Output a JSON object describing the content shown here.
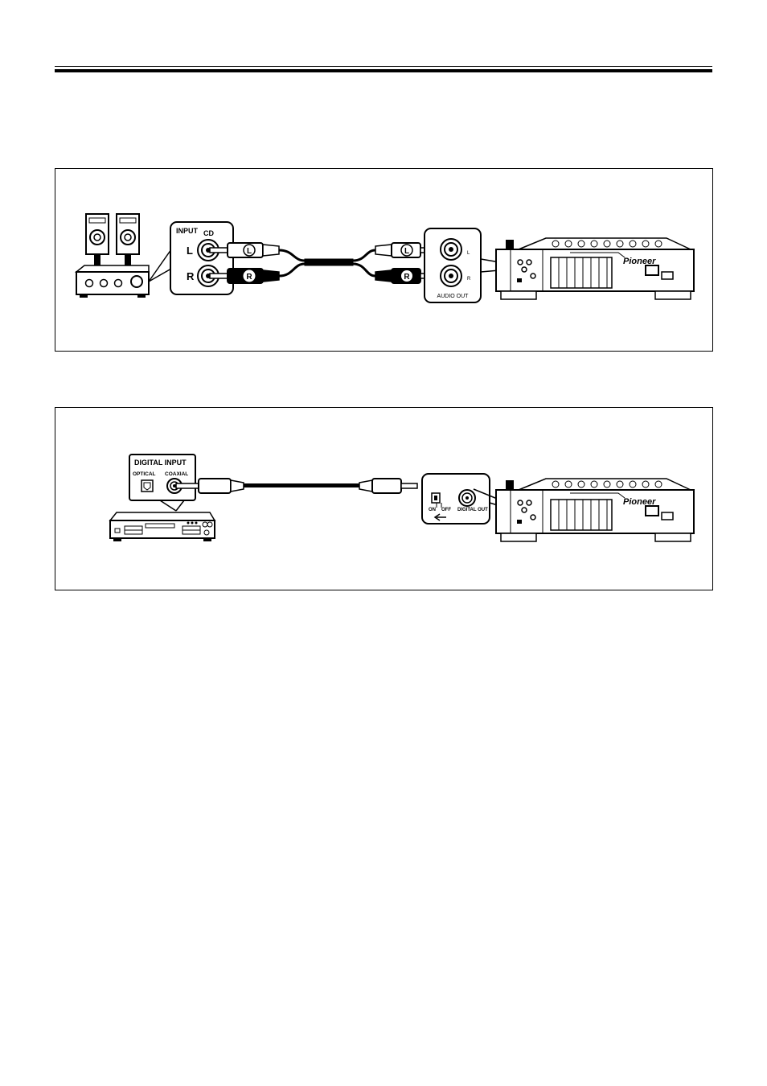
{
  "analog_diagram": {
    "input_label": "INPUT",
    "cd_label": "CD",
    "left_label": "L",
    "right_label": "R",
    "plug_left": "L",
    "plug_right": "R",
    "jack_left": "L",
    "jack_right": "R",
    "audio_out_label": "AUDIO OUT",
    "brand": "Pioneer"
  },
  "digital_diagram": {
    "digital_input_label": "DIGITAL INPUT",
    "optical_label": "OPTICAL",
    "coaxial_label": "COAXIAL",
    "on_label": "ON",
    "off_label": "OFF",
    "digital_out_label": "DIGITAL OUT",
    "brand": "Pioneer"
  }
}
